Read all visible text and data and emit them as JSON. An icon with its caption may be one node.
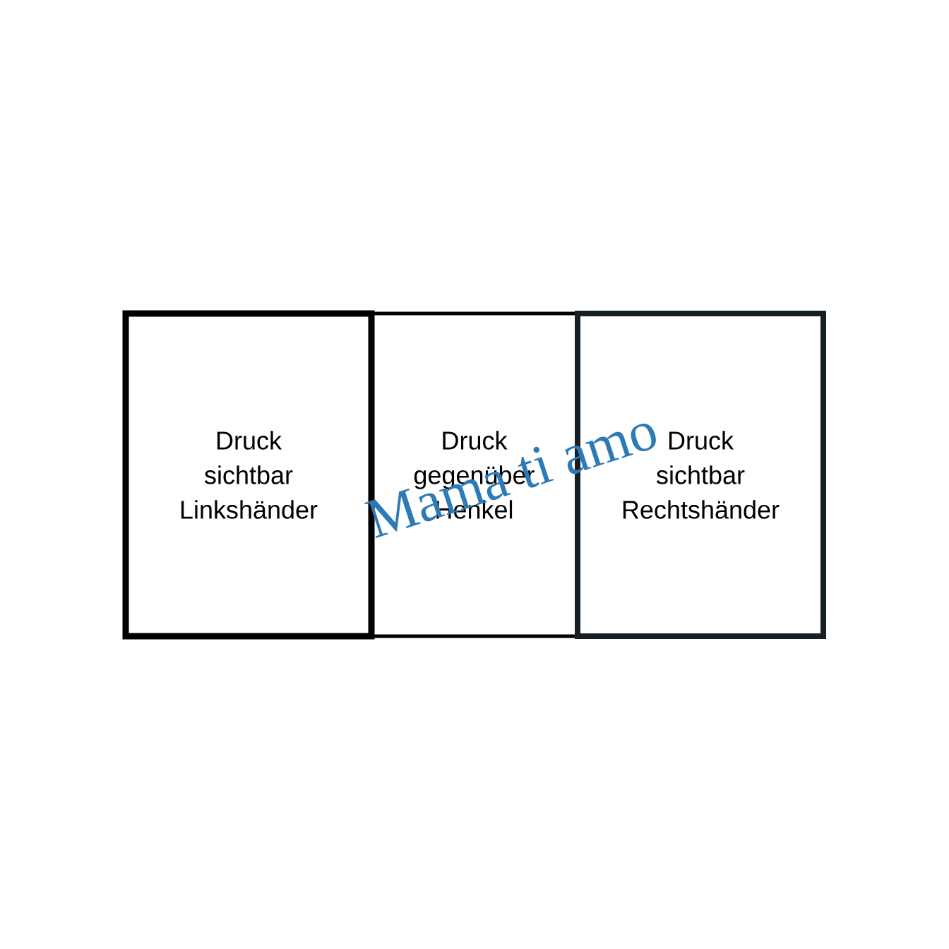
{
  "diagram": {
    "nodes": [
      {
        "text": [
          "Druck sichtbar Linkshänder"
        ]
      },
      {
        "text": [
          "Druck gegenüber Henkel"
        ]
      },
      {
        "text": [
          "Druck sichtbar Rechtshänder"
        ]
      }
    ],
    "labels": [
      "Mama ti amo"
    ]
  }
}
